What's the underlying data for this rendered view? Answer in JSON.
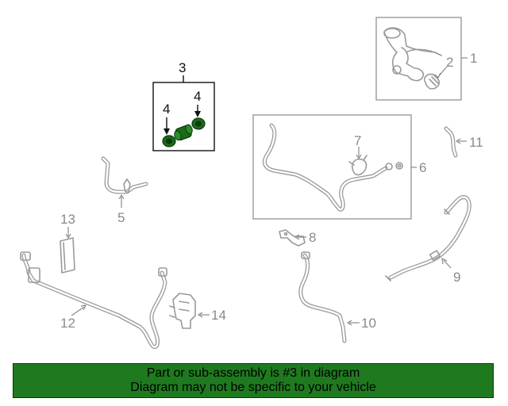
{
  "colors": {
    "banner_background": "#1f7a1f",
    "highlight_part": "#1a6b1a",
    "muted_part": "#9a9a9a"
  },
  "callouts": {
    "c1": "1",
    "c2": "2",
    "c3": "3",
    "c4a": "4",
    "c4b": "4",
    "c5": "5",
    "c6": "6",
    "c7": "7",
    "c8": "8",
    "c9": "9",
    "c10": "10",
    "c11": "11",
    "c12": "12",
    "c13": "13",
    "c14": "14"
  },
  "banner": {
    "line1": "Part or sub-assembly is #3 in diagram",
    "line2": "Diagram may not be specific to your vehicle"
  }
}
